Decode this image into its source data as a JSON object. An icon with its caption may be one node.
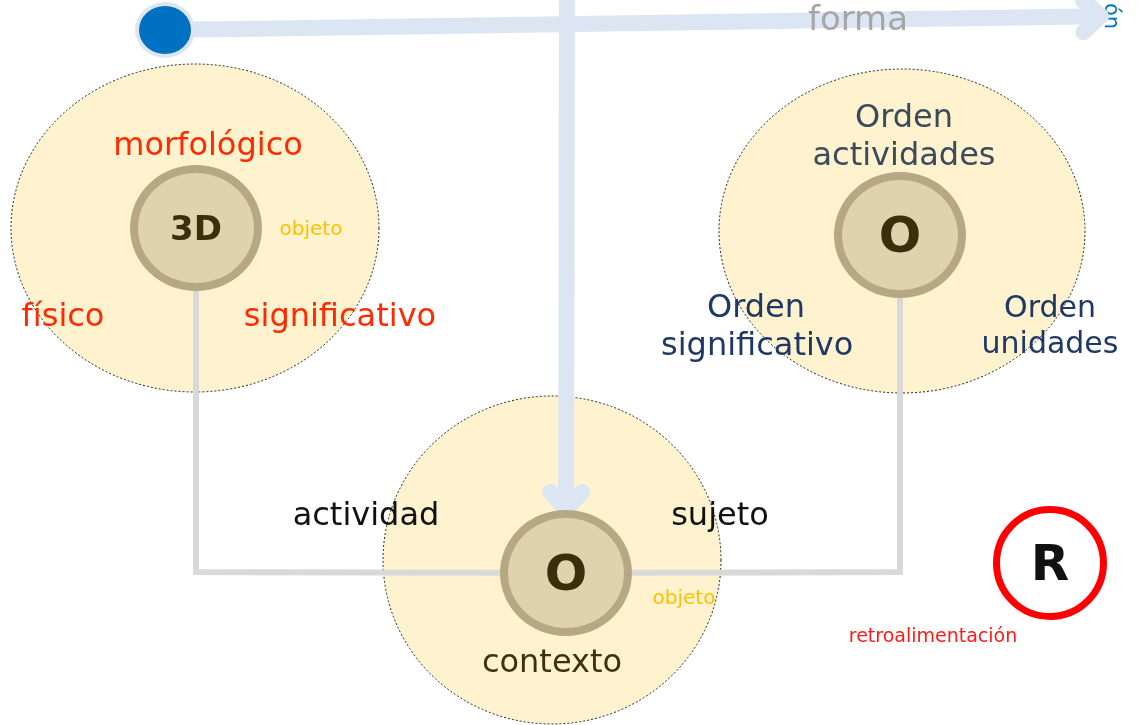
{
  "diagram": {
    "nodes": [
      {
        "text": [],
        "shape": "circle"
      },
      {
        "text": [
          "morfológico",
          "físico",
          "significativo"
        ]
      },
      {
        "text": [
          "3D"
        ],
        "in": 1,
        "beside": [
          "objeto"
        ]
      },
      {
        "text": [
          "Orden actividades",
          "Orden significativo",
          "Orden unidades"
        ]
      },
      {
        "text": [
          "O"
        ],
        "in": 3
      },
      {
        "text": [
          "actividad",
          "sujeto",
          "contexto"
        ]
      },
      {
        "text": [
          "O"
        ],
        "in": 5,
        "beside": [
          "objeto"
        ]
      },
      {
        "text": [
          "R"
        ],
        "beside": [
          "retroalimentación"
        ]
      },
      {
        "text": [
          "ón"
        ]
      }
    ],
    "edges": [
      {
        "from": 0,
        "to": 8,
        "arrow": "to",
        "label": "forma",
        "style": "thick",
        "color": "#dce6f2"
      },
      {
        "from": null,
        "to": 6,
        "arrow": "to",
        "style": "thick",
        "color": "#dce6f2"
      },
      {
        "from": 2,
        "to": 6,
        "arrow": "none",
        "color": "#d9d9d9"
      },
      {
        "from": 4,
        "to": 6,
        "arrow": "none",
        "color": "#d9d9d9"
      }
    ]
  }
}
